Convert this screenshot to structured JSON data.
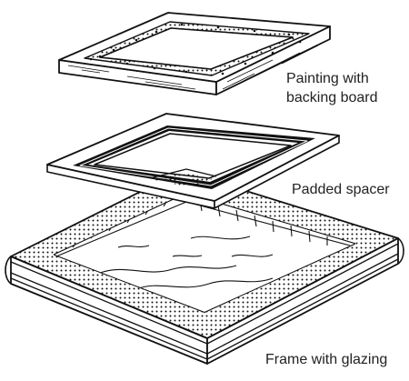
{
  "labels": {
    "painting": "Painting with\nbacking board",
    "spacer": "Padded spacer",
    "frame": "Frame with glazing"
  },
  "colors": {
    "ink": "#111111",
    "paper": "#ffffff",
    "text": "#222222"
  }
}
